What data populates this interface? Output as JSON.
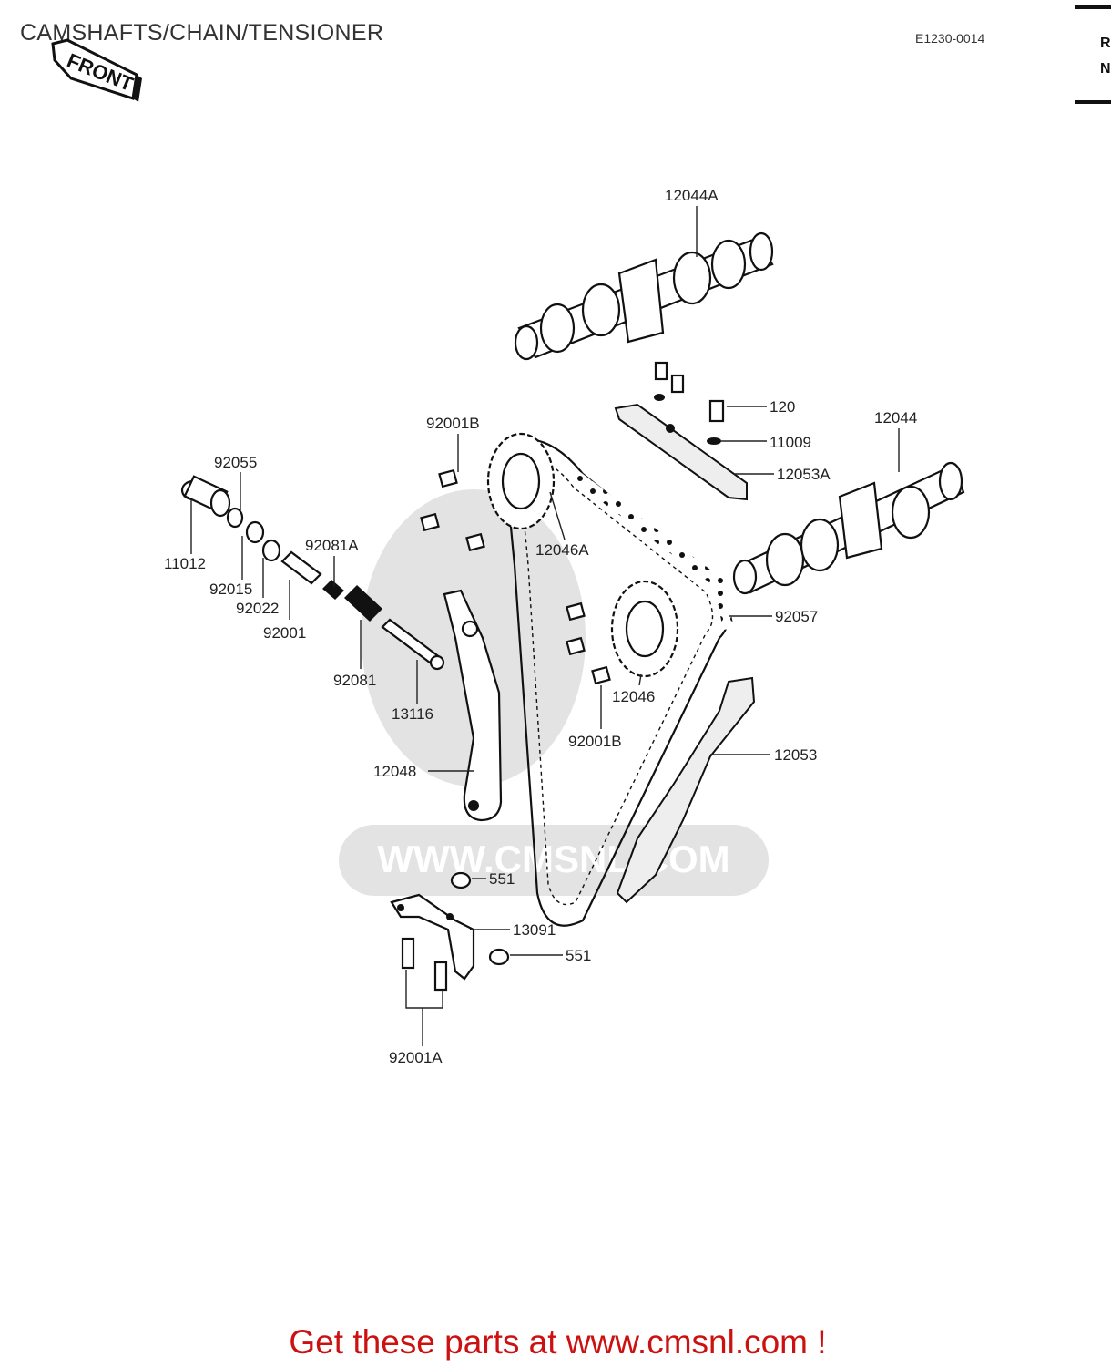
{
  "header": {
    "title": "CAMSHAFTS/CHAIN/TENSIONER",
    "diagram_code": "E1230-0014",
    "front_badge": "FRONT"
  },
  "watermark": {
    "text": "WWW.CMSNL.COM"
  },
  "callouts": {
    "c12044A": "12044A",
    "c120": "120",
    "c11009": "11009",
    "c12053A": "12053A",
    "c12044": "12044",
    "c92001B_top": "92001B",
    "c92055": "92055",
    "c11012": "11012",
    "c92015": "92015",
    "c92022": "92022",
    "c92001": "92001",
    "c92081A": "92081A",
    "c92081": "92081",
    "c13116": "13116",
    "c12046A": "12046A",
    "c92057": "92057",
    "c12046": "12046",
    "c92001B_bottom": "92001B",
    "c12053": "12053",
    "c12048": "12048",
    "c551_top": "551",
    "c13091": "13091",
    "c551_bottom": "551",
    "c92001A": "92001A"
  },
  "footer": {
    "promo": "Get these parts at www.cmsnl.com !"
  },
  "colors": {
    "promo": "#cc1111",
    "watermark": "#e3e3e3",
    "ink": "#111111"
  }
}
